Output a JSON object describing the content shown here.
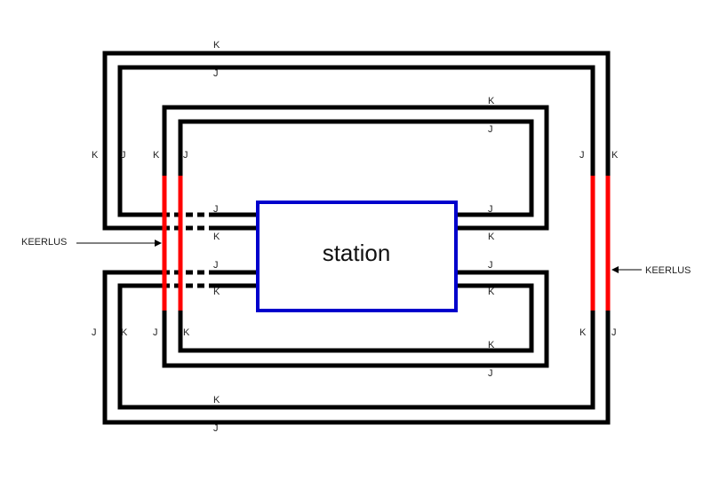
{
  "station_label": "station",
  "keerlus_left": "KEERLUS",
  "keerlus_right": "KEERLUS",
  "rail_labels": {
    "outer_top_k": "K",
    "outer_top_j": "J",
    "inner_top_k": "K",
    "inner_top_j": "J",
    "left_upper_k1": "K",
    "left_upper_j1": "J",
    "left_upper_k2": "K",
    "left_upper_j2": "J",
    "right_upper_j": "J",
    "right_upper_k": "K",
    "station_left_j1": "J",
    "station_left_k1": "K",
    "station_left_j2": "J",
    "station_left_k2": "K",
    "station_right_j1": "J",
    "station_right_k1": "K",
    "station_right_j2": "J",
    "station_right_k2": "K",
    "left_lower_j1": "J",
    "left_lower_k1": "K",
    "left_lower_j2": "J",
    "left_lower_k2": "K",
    "right_lower_k": "K",
    "right_lower_j": "J",
    "inner_bottom_k": "K",
    "inner_bottom_j": "J",
    "outer_bottom_k": "K",
    "outer_bottom_j": "J"
  },
  "colors": {
    "rail": "#000000",
    "keerlus": "#ff0000",
    "station_border": "#0000cc",
    "background": "#ffffff"
  }
}
